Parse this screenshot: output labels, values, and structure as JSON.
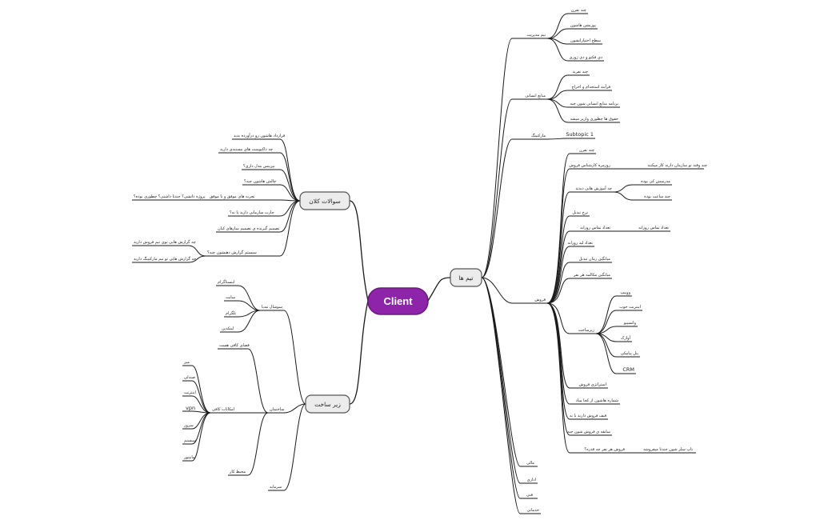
{
  "root": {
    "label": "Client"
  },
  "branches": {
    "team": {
      "label": "تیم ها",
      "management": {
        "label": "تیم مدیریت",
        "items": [
          "چند نفرن",
          "پوزیشن هاشون",
          "سطح اختیاراتشون",
          "دی فکتو و دی ژوری"
        ]
      },
      "hr": {
        "label": "منابع انسانی",
        "items": [
          "چند نفرند",
          "فرآیند استخدام و اخراج",
          "برنامه منابع انسانی شون چیه",
          "حقوق ها چطوری واریز میشه"
        ]
      },
      "marketing": {
        "label": "مارکتینگ",
        "items": [
          "Subtopic 1"
        ]
      },
      "sales": {
        "label": "فروش",
        "headcount": "چند نفرن",
        "activity": {
          "label": "روزمره کارشناس فروش",
          "detail": "چند وقته تو سازمان دارند کار میکنند"
        },
        "training": {
          "label": "چه آموزش هایی دیدند",
          "items": [
            "مدرسش کی بوده",
            "چند ساعت بوده"
          ]
        },
        "conversion": "نرخ تبدیل",
        "daily_contacts": {
          "label": "تعداد تماس روزانه",
          "detail": "تعداد تماس روزانه"
        },
        "daily_leads": "تعداد لید روزانه",
        "avg_conversion_time": "میانگین زمان تبدیل",
        "avg_call": "میانگین مکالمه هر نفر",
        "infra": {
          "label": "زیرساخت",
          "items": [
            "ووییپ",
            "اینترنت خوب",
            "واتسپیو",
            "آوارک",
            "پنل پیامکی",
            "CRM"
          ]
        },
        "strategy": "استراتژی فروش",
        "lead_source": "شماره هاشون از کجا میاد",
        "funnel": "قیف فروش دارند یا نه",
        "history": "سابقه ی فروش شون چیه",
        "per_person": {
          "label": "فروش هر نفر چه قدره؟",
          "detail": "تاپ سلر شون چندتا میفروشه"
        }
      },
      "finance": "مالی",
      "admin": "اداری",
      "tech": "فنی",
      "services": "خدماتی"
    },
    "questions": {
      "label": "سوالات کلان",
      "items": [
        "قرارداد هاشون رو درآورده بدید",
        "چه داکیومنت های مستندی دارید",
        "بیزینس مدل داری؟",
        "چالش هاشون چیه؟",
        "تجربه های موفق و نا موفق",
        "چارت سازمانی دارید یا نه؟",
        "تصمیم گیرنده ی تصمیم سازهای کیان",
        "سیستم گزارش دهیشون چیه؟"
      ],
      "success_detail": "پروژه دانشی؟ چندتا داشتی؟ چطوری بوده؟",
      "report_items": [
        "چه گزارش هایی توی تیم فروش دارید",
        "چه گزارش هایی تو تیم مارکتینگ دارید"
      ]
    },
    "infrastructure": {
      "label": "زیر ساخت",
      "social": {
        "label": "سوشال مدیا",
        "items": [
          "اینستاگرام",
          "سایت",
          "تلگرام",
          "لینکدین"
        ]
      },
      "building": {
        "label": "ساختمان",
        "space": "فضای کافی هست",
        "equipment": {
          "label": "امکانات کافی",
          "items": [
            "میز",
            "صندلی",
            "اینترنت",
            "vpn",
            "سرور",
            "سیستم",
            "مانیتور"
          ]
        },
        "environment": "محیط کار"
      },
      "capital": "سرمایه"
    }
  }
}
